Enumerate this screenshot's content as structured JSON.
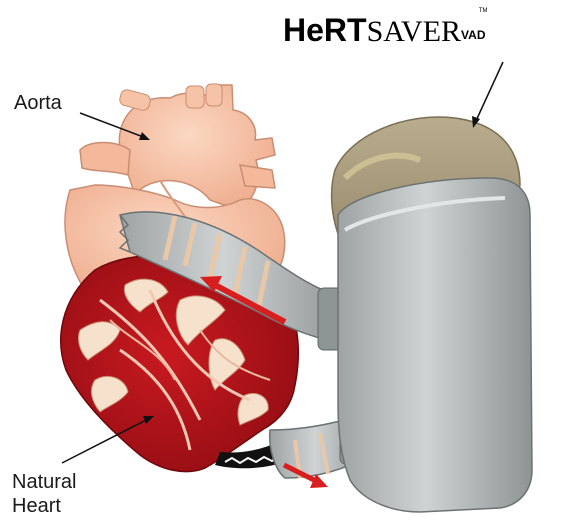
{
  "logo": {
    "text_heart": "HeRT",
    "text_saver": "SAVER",
    "text_vad": "VAD",
    "trademark": "TM"
  },
  "labels": {
    "aorta": "Aorta",
    "natural_heart_line1": "Natural",
    "natural_heart_line2": "Heart"
  },
  "colors": {
    "heart_red": "#c0141c",
    "heart_peach": "#f7c3a6",
    "device_gray": "#b9bcbc",
    "pump_tan": "#a99a7d",
    "arrow_red": "#d81e1e"
  },
  "icons": [
    "heart-illustration",
    "vad-pump-illustration",
    "flow-arrow-icon"
  ]
}
